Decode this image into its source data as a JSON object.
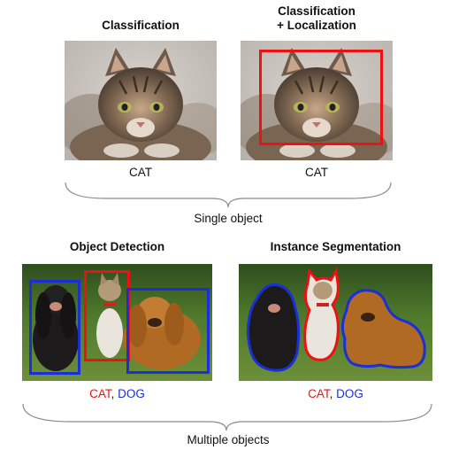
{
  "titles": {
    "classification": "Classification",
    "classification_localization_line1": "Classification",
    "classification_localization_line2": "+ Localization",
    "object_detection": "Object Detection",
    "instance_segmentation": "Instance Segmentation"
  },
  "labels": {
    "classification": "CAT",
    "classification_localization": "CAT",
    "object_detection": {
      "cat": "CAT",
      "separator": ", ",
      "dog": "DOG"
    },
    "instance_segmentation": {
      "cat": "CAT",
      "separator": ", ",
      "dog": "DOG"
    }
  },
  "groups": {
    "single": "Single object",
    "multiple": "Multiple objects"
  },
  "colors": {
    "cat": "#ee1111",
    "dog": "#1a2fd6",
    "text": "#111111"
  }
}
